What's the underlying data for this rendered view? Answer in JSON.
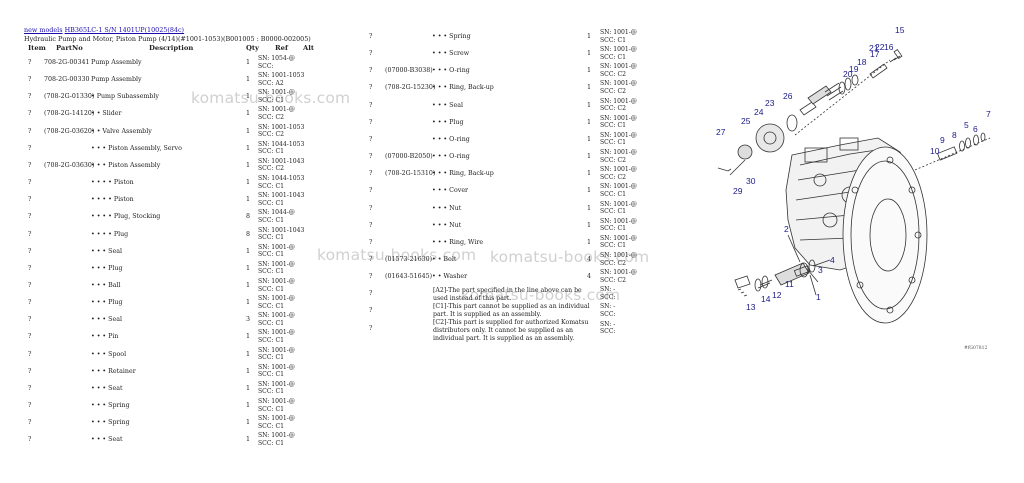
{
  "header": {
    "link_new_models": "new models",
    "sep": " ",
    "link_model": "HB365LC-1 S/N 1401UP(10025(84c)",
    "subtitle": "Hydraulic Pump and Motor, Piston Pump (4/14)(#1001-1053)(B001005 : B0000-002005)"
  },
  "columns": {
    "item": "Item",
    "partno": "PartNo",
    "description": "Description",
    "qty": "Qty",
    "ref": "Ref",
    "alt": "Alt"
  },
  "left_rows": [
    {
      "item": "?",
      "part": "708-2G-00341",
      "desc": "Pump Assembly",
      "qty": "1",
      "sn1": "SN: 1054-@",
      "sn2": "SCC:"
    },
    {
      "item": "?",
      "part": "708-2G-00330",
      "desc": "Pump Assembly",
      "qty": "1",
      "sn1": "SN: 1001-1053",
      "sn2": "SCC: A2"
    },
    {
      "item": "?",
      "part": "(708-2G-01330)",
      "desc": "• Pump Subassembly",
      "qty": "1",
      "sn1": "SN: 1001-@",
      "sn2": "SCC: C1"
    },
    {
      "item": "?",
      "part": "(708-2G-14120)",
      "desc": "• • Slider",
      "qty": "1",
      "sn1": "SN: 1001-@",
      "sn2": "SCC: C2"
    },
    {
      "item": "?",
      "part": "(708-2G-03620)",
      "desc": "• • Valve Assembly",
      "qty": "1",
      "sn1": "SN: 1001-1053",
      "sn2": "SCC: C2"
    },
    {
      "item": "?",
      "part": "",
      "desc": "• • • Piston Assembly, Servo",
      "qty": "1",
      "sn1": "SN: 1044-1053",
      "sn2": "SCC: C1"
    },
    {
      "item": "?",
      "part": "(708-2G-03630)",
      "desc": "• • • Piston Assembly",
      "qty": "1",
      "sn1": "SN: 1001-1043",
      "sn2": "SCC: C2"
    },
    {
      "item": "?",
      "part": "",
      "desc": "• • • • Piston",
      "qty": "1",
      "sn1": "SN: 1044-1053",
      "sn2": "SCC: C1"
    },
    {
      "item": "?",
      "part": "",
      "desc": "• • • • Piston",
      "qty": "1",
      "sn1": "SN: 1001-1043",
      "sn2": "SCC: C1"
    },
    {
      "item": "?",
      "part": "",
      "desc": "• • • • Plug, Stocking",
      "qty": "8",
      "sn1": "SN: 1044-@",
      "sn2": "SCC: C1"
    },
    {
      "item": "?",
      "part": "",
      "desc": "• • • • Plug",
      "qty": "8",
      "sn1": "SN: 1001-1043",
      "sn2": "SCC: C1"
    },
    {
      "item": "?",
      "part": "",
      "desc": "• • • Seal",
      "qty": "1",
      "sn1": "SN: 1001-@",
      "sn2": "SCC: C1"
    },
    {
      "item": "?",
      "part": "",
      "desc": "• • • Plug",
      "qty": "1",
      "sn1": "SN: 1001-@",
      "sn2": "SCC: C1"
    },
    {
      "item": "?",
      "part": "",
      "desc": "• • • Ball",
      "qty": "1",
      "sn1": "SN: 1001-@",
      "sn2": "SCC: C1"
    },
    {
      "item": "?",
      "part": "",
      "desc": "• • • Plug",
      "qty": "1",
      "sn1": "SN: 1001-@",
      "sn2": "SCC: C1"
    },
    {
      "item": "?",
      "part": "",
      "desc": "• • • Seal",
      "qty": "3",
      "sn1": "SN: 1001-@",
      "sn2": "SCC: C1"
    },
    {
      "item": "?",
      "part": "",
      "desc": "• • • Pin",
      "qty": "1",
      "sn1": "SN: 1001-@",
      "sn2": "SCC: C1"
    },
    {
      "item": "?",
      "part": "",
      "desc": "• • • Spool",
      "qty": "1",
      "sn1": "SN: 1001-@",
      "sn2": "SCC: C1"
    },
    {
      "item": "?",
      "part": "",
      "desc": "• • • Retainer",
      "qty": "1",
      "sn1": "SN: 1001-@",
      "sn2": "SCC: C1"
    },
    {
      "item": "?",
      "part": "",
      "desc": "• • • Seat",
      "qty": "1",
      "sn1": "SN: 1001-@",
      "sn2": "SCC: C1"
    },
    {
      "item": "?",
      "part": "",
      "desc": "• • • Spring",
      "qty": "1",
      "sn1": "SN: 1001-@",
      "sn2": "SCC: C1"
    },
    {
      "item": "?",
      "part": "",
      "desc": "• • • Spring",
      "qty": "1",
      "sn1": "SN: 1001-@",
      "sn2": "SCC: C1"
    },
    {
      "item": "?",
      "part": "",
      "desc": "• • • Seat",
      "qty": "1",
      "sn1": "SN: 1001-@",
      "sn2": "SCC: C1"
    }
  ],
  "right_rows": [
    {
      "item": "?",
      "part": "",
      "desc": "• • • Spring",
      "qty": "1",
      "sn1": "SN: 1001-@",
      "sn2": "SCC: C1"
    },
    {
      "item": "?",
      "part": "",
      "desc": "• • • Screw",
      "qty": "1",
      "sn1": "SN: 1001-@",
      "sn2": "SCC: C1"
    },
    {
      "item": "?",
      "part": "(07000-B3038)",
      "desc": "• • • O-ring",
      "qty": "1",
      "sn1": "SN: 1001-@",
      "sn2": "SCC: C2"
    },
    {
      "item": "?",
      "part": "(708-2G-15230)",
      "desc": "• • • Ring, Back-up",
      "qty": "1",
      "sn1": "SN: 1001-@",
      "sn2": "SCC: C2"
    },
    {
      "item": "?",
      "part": "",
      "desc": "• • • Seal",
      "qty": "1",
      "sn1": "SN: 1001-@",
      "sn2": "SCC: C2"
    },
    {
      "item": "?",
      "part": "",
      "desc": "• • • Plug",
      "qty": "1",
      "sn1": "SN: 1001-@",
      "sn2": "SCC: C1"
    },
    {
      "item": "?",
      "part": "",
      "desc": "• • • O-ring",
      "qty": "1",
      "sn1": "SN: 1001-@",
      "sn2": "SCC: C1"
    },
    {
      "item": "?",
      "part": "(07000-B2050)",
      "desc": "• • • O-ring",
      "qty": "1",
      "sn1": "SN: 1001-@",
      "sn2": "SCC: C2"
    },
    {
      "item": "?",
      "part": "(708-2G-15310)",
      "desc": "• • • Ring, Back-up",
      "qty": "1",
      "sn1": "SN: 1001-@",
      "sn2": "SCC: C2"
    },
    {
      "item": "?",
      "part": "",
      "desc": "• • • Cover",
      "qty": "1",
      "sn1": "SN: 1001-@",
      "sn2": "SCC: C1"
    },
    {
      "item": "?",
      "part": "",
      "desc": "• • • Nut",
      "qty": "1",
      "sn1": "SN: 1001-@",
      "sn2": "SCC: C1"
    },
    {
      "item": "?",
      "part": "",
      "desc": "• • • Nut",
      "qty": "1",
      "sn1": "SN: 1001-@",
      "sn2": "SCC: C1"
    },
    {
      "item": "?",
      "part": "",
      "desc": "• • • Ring, Wire",
      "qty": "1",
      "sn1": "SN: 1001-@",
      "sn2": "SCC: C1"
    },
    {
      "item": "?",
      "part": "(01573-21630)",
      "desc": "• • Bolt",
      "qty": "4",
      "sn1": "SN: 1001-@",
      "sn2": "SCC: C2"
    },
    {
      "item": "?",
      "part": "(01643-51645)",
      "desc": "• • Washer",
      "qty": "4",
      "sn1": "SN: 1001-@",
      "sn2": "SCC: C2"
    },
    {
      "item": "?",
      "part": "",
      "desc": "",
      "qty": "",
      "sn1": "SN: -",
      "sn2": "SCC:"
    },
    {
      "item": "?",
      "part": "",
      "desc": "",
      "qty": "",
      "sn1": "SN: -",
      "sn2": "SCC:"
    },
    {
      "item": "?",
      "part": "",
      "desc": "",
      "qty": "",
      "sn1": "SN: -",
      "sn2": "SCC:"
    }
  ],
  "notes": [
    "[A2]-The part specified in the line above can be used instead of this part.",
    "[C1]-This part cannot be supplied as an individual part. It is supplied as an assembly.",
    "[C2]-This part is supplied for authorized Komatsu distributors only. It cannot be supplied as an individual part. It is supplied as an assembly."
  ],
  "watermark": "komatsu-books.com",
  "diagram": {
    "callouts": [
      "1",
      "2",
      "3",
      "4",
      "5",
      "6",
      "7",
      "8",
      "9",
      "10",
      "11",
      "12",
      "13",
      "14",
      "15",
      "16",
      "17",
      "18",
      "19",
      "20",
      "21",
      "22",
      "23",
      "24",
      "25",
      "26",
      "27",
      "29",
      "30"
    ],
    "figure_no": "#fG07812"
  }
}
